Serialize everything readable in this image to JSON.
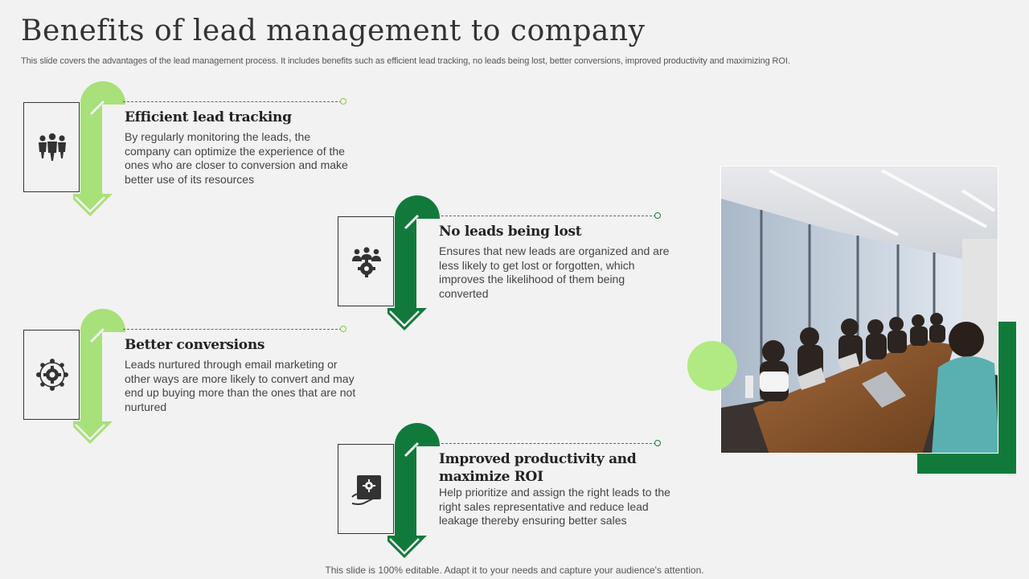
{
  "slide": {
    "title": "Benefits of lead management to company",
    "subtitle": "This slide covers the advantages of the lead management process. It includes benefits such as efficient lead tracking, no leads being lost, better conversions, improved productivity and maximizing ROI.",
    "footer": "This slide is 100% editable. Adapt it to your needs and capture your audience's attention."
  },
  "colors": {
    "light_green": "#a8e07a",
    "dark_green": "#117a3b",
    "background": "#f2f2f2"
  },
  "benefits": [
    {
      "heading": "Efficient lead tracking",
      "body": "By regularly monitoring the leads, the company can optimize the experience of the ones who are closer to conversion and make better use of its resources",
      "icon": "team-icon",
      "accent": "light"
    },
    {
      "heading": "No leads being lost",
      "body": "Ensures that new leads are organized and are less likely to get lost or forgotten, which improves the likelihood  of them being converted",
      "icon": "team-gear-icon",
      "accent": "dark"
    },
    {
      "heading": "Better conversions",
      "body": "Leads nurtured through email marketing or other ways are more likely to convert and may end up buying more than the ones that are not nurtured",
      "icon": "gear-network-icon",
      "accent": "light"
    },
    {
      "heading": "Improved productivity and maximize ROI",
      "body": "Help prioritize and assign the right leads to the right sales representative and reduce lead leakage thereby ensuring better sales",
      "icon": "hand-gear-icon",
      "accent": "dark"
    }
  ],
  "photo": {
    "subject": "meeting-room-photo"
  }
}
